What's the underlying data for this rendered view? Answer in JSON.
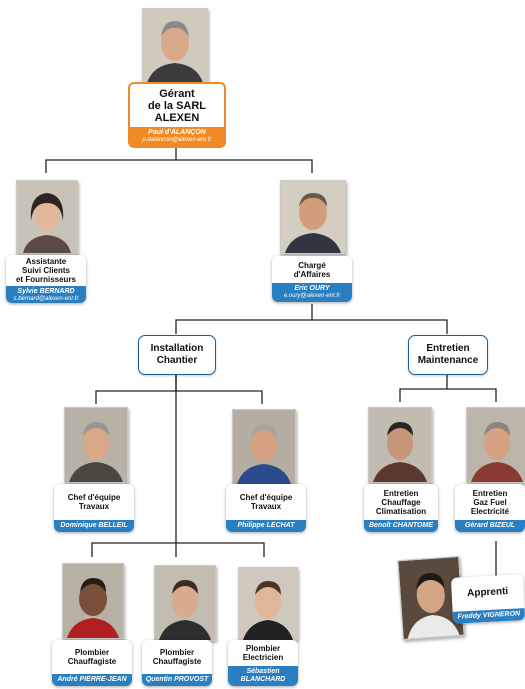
{
  "manager": {
    "title": "Gérant\nde la SARL\nALEXEN",
    "name": "Paul d'ALANÇON",
    "email": "p.dalancon@alexen-enr.fr"
  },
  "assistant": {
    "title": "Assistante\nSuivi Clients\net Fournisseurs",
    "name": "Sylvie BERNARD",
    "email": "s.bernard@alexen-enr.fr"
  },
  "business_manager": {
    "title": "Chargé\nd'Affaires",
    "name": "Eric OURY",
    "email": "e.oury@alexen-enr.fr"
  },
  "sections": {
    "installation": "Installation\nChantier",
    "maintenance": "Entretien\nMaintenance"
  },
  "team_leaders": [
    {
      "title": "Chef d'équipe\nTravaux",
      "name": "Dominique BELLEIL"
    },
    {
      "title": "Chef d'équipe\nTravaux",
      "name": "Philippe LECHAT"
    }
  ],
  "maintenance_staff": [
    {
      "title": "Entretien\nChauffage\nClimatisation",
      "name": "Benoît CHANTOME"
    },
    {
      "title": "Entretien\nGaz Fuel\nElectricité",
      "name": "Gérard BIZEUL"
    }
  ],
  "plumbers": [
    {
      "title": "Plombier\nChauffagiste",
      "name": "André PIERRE-JEAN"
    },
    {
      "title": "Plombier\nChauffagiste",
      "name": "Quentin PROVOST"
    },
    {
      "title": "Plombier\nElectricien",
      "name": "Sébastien\nBLANCHARD"
    }
  ],
  "apprentice": {
    "title": "Apprenti",
    "name": "Freddy VIGNERON"
  },
  "colors": {
    "accent_orange": "#f08a24",
    "accent_blue": "#2a7fc1",
    "line": "#222222"
  }
}
